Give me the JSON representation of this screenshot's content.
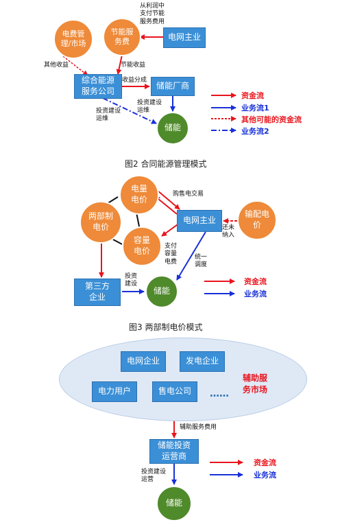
{
  "top_note": "从利润中\n支付节能\n服务费用",
  "fig2": {
    "nodes": {
      "elec_mgmt": "电费管\n理/市场",
      "energy_fee": "节能服\n务费",
      "grid": "电网主业",
      "company": "综合能源\n服务公司",
      "plant": "储能厂商",
      "storage": "储能"
    },
    "labels": {
      "other_income": "其他收益",
      "energy_income": "节能收益",
      "revenue_split": "收益分成",
      "invest_ops_right": "投资建设\n运维",
      "invest_ops_diag": "投资建设\n运维"
    },
    "legend": [
      "资金流",
      "业务流1",
      "其他可能的资金流",
      "业务流2"
    ],
    "caption": "图2  合同能源管理模式"
  },
  "fig3": {
    "nodes": {
      "energy_price": "电量\n电价",
      "two_part": "两部制\n电价",
      "grid": "电网主业",
      "transmission": "输配电\n价",
      "capacity_price": "容量\n电价",
      "third_party": "第三方\n企业",
      "storage": "储能"
    },
    "labels": {
      "trade": "购售电交易",
      "not_included": "还未\n纳入",
      "pay_capacity": "支付\n容量\n电费",
      "dispatch": "统一\n调度",
      "invest": "投资\n建设"
    },
    "legend": [
      "资金流",
      "业务流"
    ],
    "caption": "图3  两部制电价模式"
  },
  "fig4": {
    "nodes": {
      "grid": "电网企业",
      "gen": "发电企业",
      "user": "电力用户",
      "retail": "售电公司",
      "operator": "储能投资\n运营商",
      "storage": "储能"
    },
    "market": "辅助服\n务市场",
    "dots": "……",
    "labels": {
      "fee": "辅助服务费用",
      "invest_ops": "投资建设\n运营"
    },
    "legend": [
      "资金流",
      "业务流"
    ]
  },
  "colors": {
    "fund": "#e8141c",
    "business": "#1830d8",
    "box": "#3b8fd6",
    "circle": "#ee8a39",
    "storage": "#4f8a2b"
  }
}
